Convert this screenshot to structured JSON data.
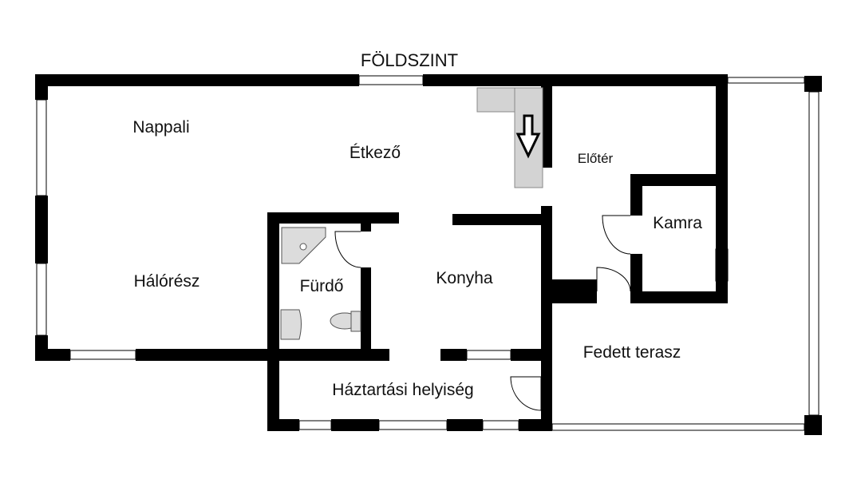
{
  "title": "FÖLDSZINT",
  "rooms": {
    "nappali": "Nappali",
    "etkezo": "Étkező",
    "eloter": "Előtér",
    "kamra": "Kamra",
    "haloresz": "Hálórész",
    "furdo": "Fürdő",
    "konyha": "Konyha",
    "fedett_terasz": "Fedett terasz",
    "haztartasi": "Háztartási helyiség"
  },
  "colors": {
    "wall": "#000000",
    "stair": "#d3d3d3",
    "fixture": "#dcdcdc"
  }
}
